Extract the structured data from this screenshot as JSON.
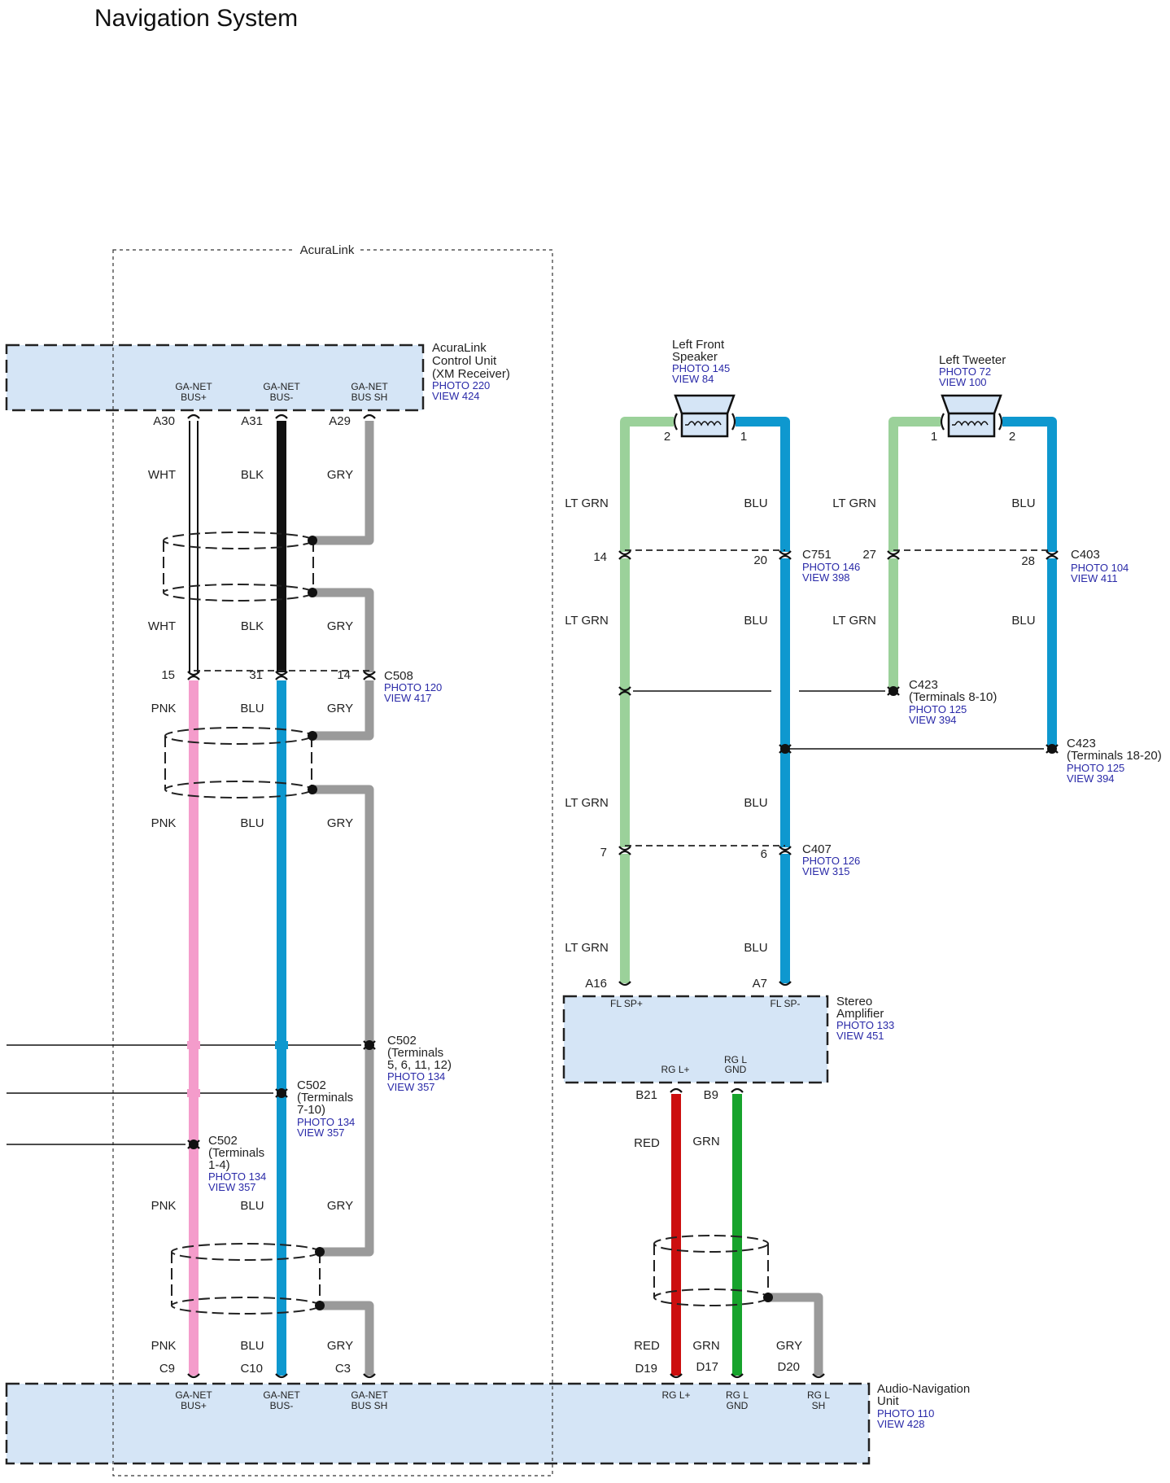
{
  "title": "Navigation System",
  "colors": {
    "panel": "#d5e5f6",
    "WHT": "#ffffff",
    "BLK": "#111111",
    "GRY": "#9a9a9a",
    "PNK": "#f49ccb",
    "BLU": "#0e98cf",
    "LT GRN": "#9bd19a",
    "RED": "#cc0f0f",
    "GRN": "#17a32c",
    "ref_text": "#2a2aa8"
  },
  "acuralink_group": {
    "label": "AcuraLink"
  },
  "acuralink_unit": {
    "name_lines": [
      "AcuraLink",
      "Control Unit",
      "(XM Receiver)"
    ],
    "photo": "PHOTO 220",
    "view": "VIEW 424",
    "terminals": [
      {
        "line1": "GA-NET",
        "line2": "BUS+",
        "pin": "A30"
      },
      {
        "line1": "GA-NET",
        "line2": "BUS-",
        "pin": "A31"
      },
      {
        "line1": "GA-NET",
        "line2": "BUS SH",
        "pin": "A29"
      }
    ]
  },
  "left_wires": {
    "seg1": [
      "WHT",
      "BLK",
      "GRY"
    ],
    "seg2": [
      "WHT",
      "BLK",
      "GRY"
    ],
    "seg3": [
      "PNK",
      "BLU",
      "GRY"
    ],
    "seg4": [
      "PNK",
      "BLU",
      "GRY"
    ],
    "seg5": [
      "PNK",
      "BLU",
      "GRY"
    ],
    "seg6": [
      "PNK",
      "BLU",
      "GRY"
    ]
  },
  "c508": {
    "name": "C508",
    "photo": "PHOTO 120",
    "view": "VIEW 417",
    "pins": [
      "15",
      "31",
      "14"
    ]
  },
  "c502_a": {
    "name": "C502",
    "terms": [
      "(Terminals",
      "5, 6, 11, 12)"
    ],
    "photo": "PHOTO 134",
    "view": "VIEW 357"
  },
  "c502_b": {
    "name": "C502",
    "terms": [
      "(Terminals",
      "7-10)"
    ],
    "photo": "PHOTO 134",
    "view": "VIEW 357"
  },
  "c502_c": {
    "name": "C502",
    "terms": [
      "(Terminals",
      "1-4)"
    ],
    "photo": "PHOTO 134",
    "view": "VIEW 357"
  },
  "left_front_speaker": {
    "name_lines": [
      "Left Front",
      "Speaker"
    ],
    "photo": "PHOTO 145",
    "view": "VIEW 84",
    "pins": [
      "2",
      "1"
    ]
  },
  "left_tweeter": {
    "name_lines": [
      "Left Tweeter"
    ],
    "photo": "PHOTO 72",
    "view": "VIEW 100",
    "pins": [
      "1",
      "2"
    ]
  },
  "speaker_wires": {
    "ltgrn": "LT GRN",
    "blu": "BLU"
  },
  "c751": {
    "name": "C751",
    "photo": "PHOTO 146",
    "view": "VIEW 398",
    "pins": [
      "14",
      "20"
    ]
  },
  "c403": {
    "name": "C403",
    "photo": "PHOTO 104",
    "view": "VIEW 411",
    "pins": [
      "27",
      "28"
    ]
  },
  "c423_a": {
    "name": "C423",
    "terms": "(Terminals 8-10)",
    "photo": "PHOTO 125",
    "view": "VIEW 394"
  },
  "c423_b": {
    "name": "C423",
    "terms": "(Terminals 18-20)",
    "photo": "PHOTO 125",
    "view": "VIEW 394"
  },
  "c407": {
    "name": "C407",
    "photo": "PHOTO 126",
    "view": "VIEW 315",
    "pins": [
      "7",
      "6"
    ]
  },
  "stereo_amp": {
    "name_lines": [
      "Stereo",
      "Amplifier"
    ],
    "photo": "PHOTO 133",
    "view": "VIEW 451",
    "top_terminals": [
      {
        "label": "FL SP+",
        "pin": "A16"
      },
      {
        "label": "FL SP-",
        "pin": "A7"
      }
    ],
    "bottom_terminals": [
      {
        "line1": "RG L+",
        "line2": "",
        "pin": "B21"
      },
      {
        "line1": "RG L",
        "line2": "GND",
        "pin": "B9"
      }
    ]
  },
  "amp_wires": {
    "upper": [
      "RED",
      "GRN"
    ],
    "lower": [
      "RED",
      "GRN",
      "GRY"
    ]
  },
  "nav_unit": {
    "name_lines": [
      "Audio-Navigation",
      "Unit"
    ],
    "photo": "PHOTO 110",
    "view": "VIEW 428",
    "terminals": [
      {
        "line1": "GA-NET",
        "line2": "BUS+",
        "pin": "C9"
      },
      {
        "line1": "GA-NET",
        "line2": "BUS-",
        "pin": "C10"
      },
      {
        "line1": "GA-NET",
        "line2": "BUS SH",
        "pin": "C3"
      },
      {
        "line1": "RG L+",
        "line2": "",
        "pin": "D19"
      },
      {
        "line1": "RG L",
        "line2": "GND",
        "pin": "D17"
      },
      {
        "line1": "RG L",
        "line2": "SH",
        "pin": "D20"
      }
    ]
  }
}
